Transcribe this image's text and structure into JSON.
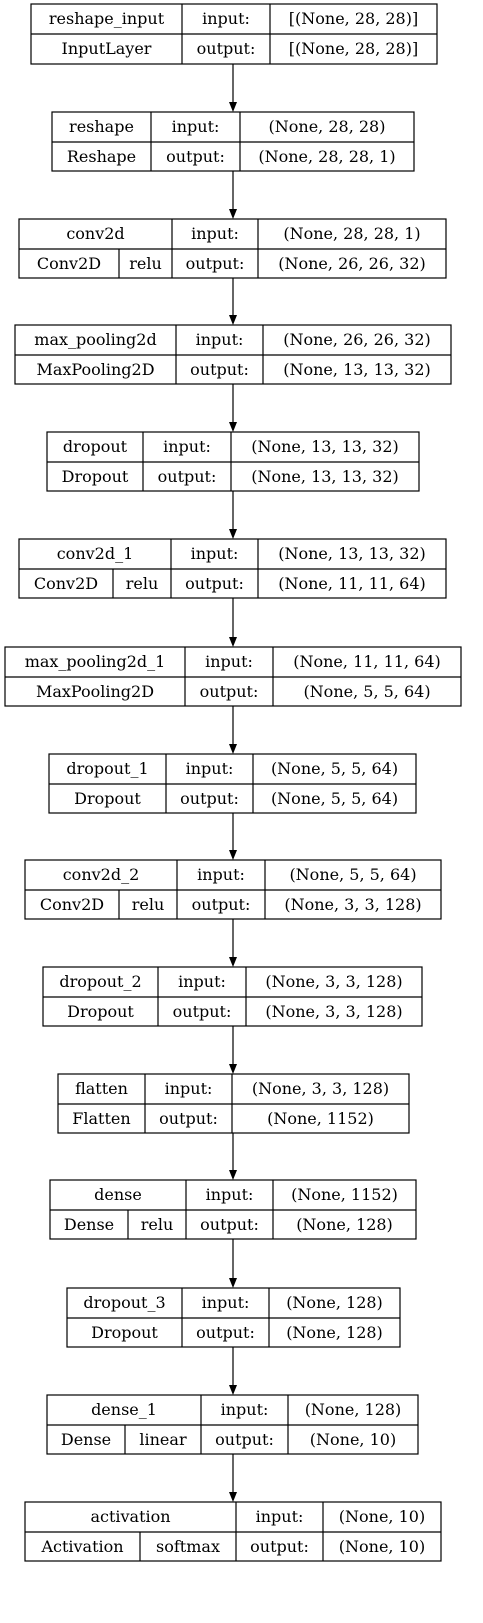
{
  "layers": [
    {
      "name": "reshape_input",
      "type": "InputLayer",
      "activation": "",
      "input": "[(None, 28, 28)]",
      "output": "[(None, 28, 28)]"
    },
    {
      "name": "reshape",
      "type": "Reshape",
      "activation": "",
      "input": "(None, 28, 28)",
      "output": "(None, 28, 28, 1)"
    },
    {
      "name": "conv2d",
      "type": "Conv2D",
      "activation": "relu",
      "input": "(None, 28, 28, 1)",
      "output": "(None, 26, 26, 32)"
    },
    {
      "name": "max_pooling2d",
      "type": "MaxPooling2D",
      "activation": "",
      "input": "(None, 26, 26, 32)",
      "output": "(None, 13, 13, 32)"
    },
    {
      "name": "dropout",
      "type": "Dropout",
      "activation": "",
      "input": "(None, 13, 13, 32)",
      "output": "(None, 13, 13, 32)"
    },
    {
      "name": "conv2d_1",
      "type": "Conv2D",
      "activation": "relu",
      "input": "(None, 13, 13, 32)",
      "output": "(None, 11, 11, 64)"
    },
    {
      "name": "max_pooling2d_1",
      "type": "MaxPooling2D",
      "activation": "",
      "input": "(None, 11, 11, 64)",
      "output": "(None, 5, 5, 64)"
    },
    {
      "name": "dropout_1",
      "type": "Dropout",
      "activation": "",
      "input": "(None, 5, 5, 64)",
      "output": "(None, 5, 5, 64)"
    },
    {
      "name": "conv2d_2",
      "type": "Conv2D",
      "activation": "relu",
      "input": "(None, 5, 5, 64)",
      "output": "(None, 3, 3, 128)"
    },
    {
      "name": "dropout_2",
      "type": "Dropout",
      "activation": "",
      "input": "(None, 3, 3, 128)",
      "output": "(None, 3, 3, 128)"
    },
    {
      "name": "flatten",
      "type": "Flatten",
      "activation": "",
      "input": "(None, 3, 3, 128)",
      "output": "(None, 1152)"
    },
    {
      "name": "dense",
      "type": "Dense",
      "activation": "relu",
      "input": "(None, 1152)",
      "output": "(None, 128)"
    },
    {
      "name": "dropout_3",
      "type": "Dropout",
      "activation": "",
      "input": "(None, 128)",
      "output": "(None, 128)"
    },
    {
      "name": "dense_1",
      "type": "Dense",
      "activation": "linear",
      "input": "(None, 128)",
      "output": "(None, 10)"
    },
    {
      "name": "activation",
      "type": "Activation",
      "activation": "softmax",
      "input": "(None, 10)",
      "output": "(None, 10)"
    }
  ],
  "labels": {
    "input": "input:",
    "output": "output:"
  },
  "colors": {
    "stroke": "#000000",
    "background": "#ffffff",
    "text": "#000000"
  }
}
